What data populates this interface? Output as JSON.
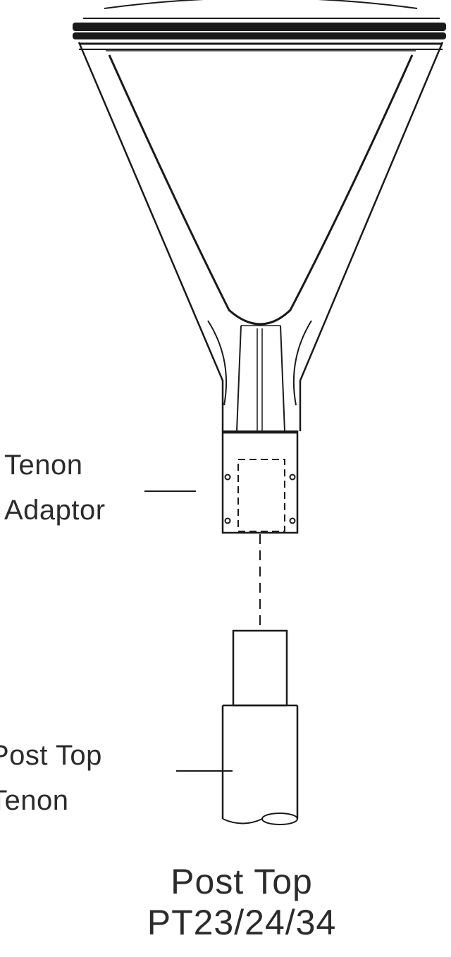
{
  "labels": {
    "tenon_adaptor": [
      "Tenon",
      "Adaptor"
    ],
    "post_top_tenon": [
      "Post Top",
      "Tenon"
    ]
  },
  "caption": {
    "line1": "Post Top",
    "line2": "PT23/24/34"
  },
  "colors": {
    "stroke": "#1a1a1a",
    "text": "#2b2b2b",
    "background": "#ffffff"
  }
}
